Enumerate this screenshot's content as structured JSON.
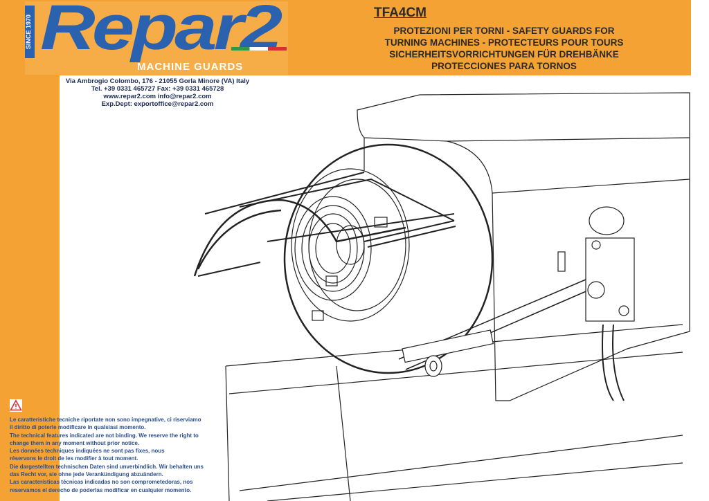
{
  "brand": {
    "name": "Repar2",
    "since": "SINCE 1970",
    "tagline": "MACHINE GUARDS",
    "colors": {
      "orange": "#f5a234",
      "blue": "#2b62b0"
    }
  },
  "address": [
    "Via Ambrogio Colombo, 176 - 21055 Gorla Minore (VA) Italy",
    "Tel. +39 0331 465727 Fax: +39 0331 465728",
    "www.repar2.com info@repar2.com",
    "Exp.Dept: exportoffice@repar2.com"
  ],
  "product": {
    "code": "TFA4CM",
    "subtitle": [
      "PROTEZIONI PER TORNI - SAFETY GUARDS  FOR",
      "TURNING  MACHINES - PROTECTEURS POUR TOURS",
      "SICHERHEITSVORRICHTUNGEN  FÜR  DREHBÄNKE",
      "PROTECCIONES  PARA  TORNOS"
    ]
  },
  "disclaimer": [
    "Le caratteristiche tecniche riportate non sono impegnative, ci riserviamo",
    "il diritto di poterle modificare in qualsiasi momento.",
    "The technical features indicated are not binding. We reserve the right to",
    "change them in any moment without prior notice.",
    "Les données techniques indiquées ne sont pas fixes, nous",
    "réservons le droit de les modifier à tout moment.",
    "Die dargestellten technischen Daten sind unverbindlich. Wir behalten uns",
    "das Recht vor,     sie ohne jede Verankündigung abzuändern.",
    "Las características técnicas indicadas no son comprometedoras, nos",
    "reservamos el derecho de poderlas modificar en cualquier momento."
  ],
  "icons": {
    "warning": "warning-triangle-icon"
  }
}
